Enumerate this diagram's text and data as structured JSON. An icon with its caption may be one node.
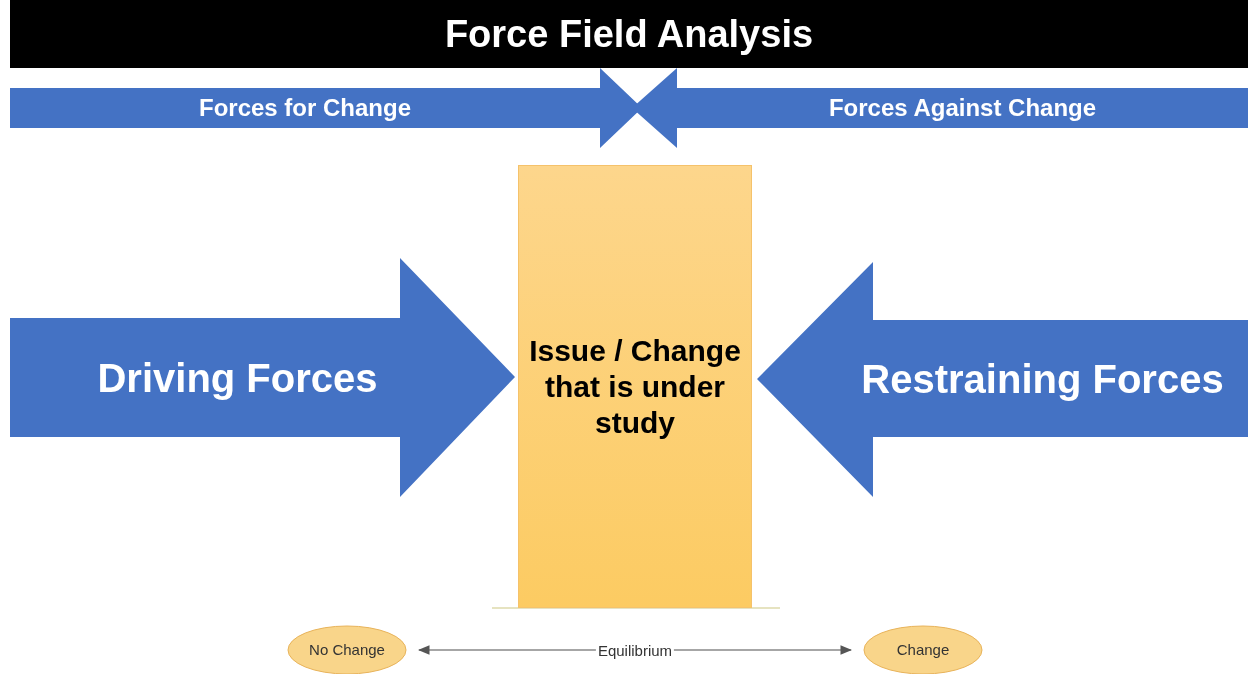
{
  "diagram": {
    "title": "Force Field Analysis",
    "nodes": [
      {
        "text": [
          "Forces for Change"
        ]
      },
      {
        "text": [
          "Forces Against Change"
        ]
      },
      {
        "text": [
          "Driving Forces"
        ]
      },
      {
        "text": [
          "Issue / Change that is under study"
        ]
      },
      {
        "text": [
          "Restraining Forces"
        ]
      },
      {
        "text": [
          "No Change"
        ]
      },
      {
        "text": [
          "Change"
        ]
      }
    ],
    "edges": [
      {
        "from": 5,
        "to": 6,
        "arrow": "both",
        "label": "Equilibrium"
      }
    ]
  }
}
